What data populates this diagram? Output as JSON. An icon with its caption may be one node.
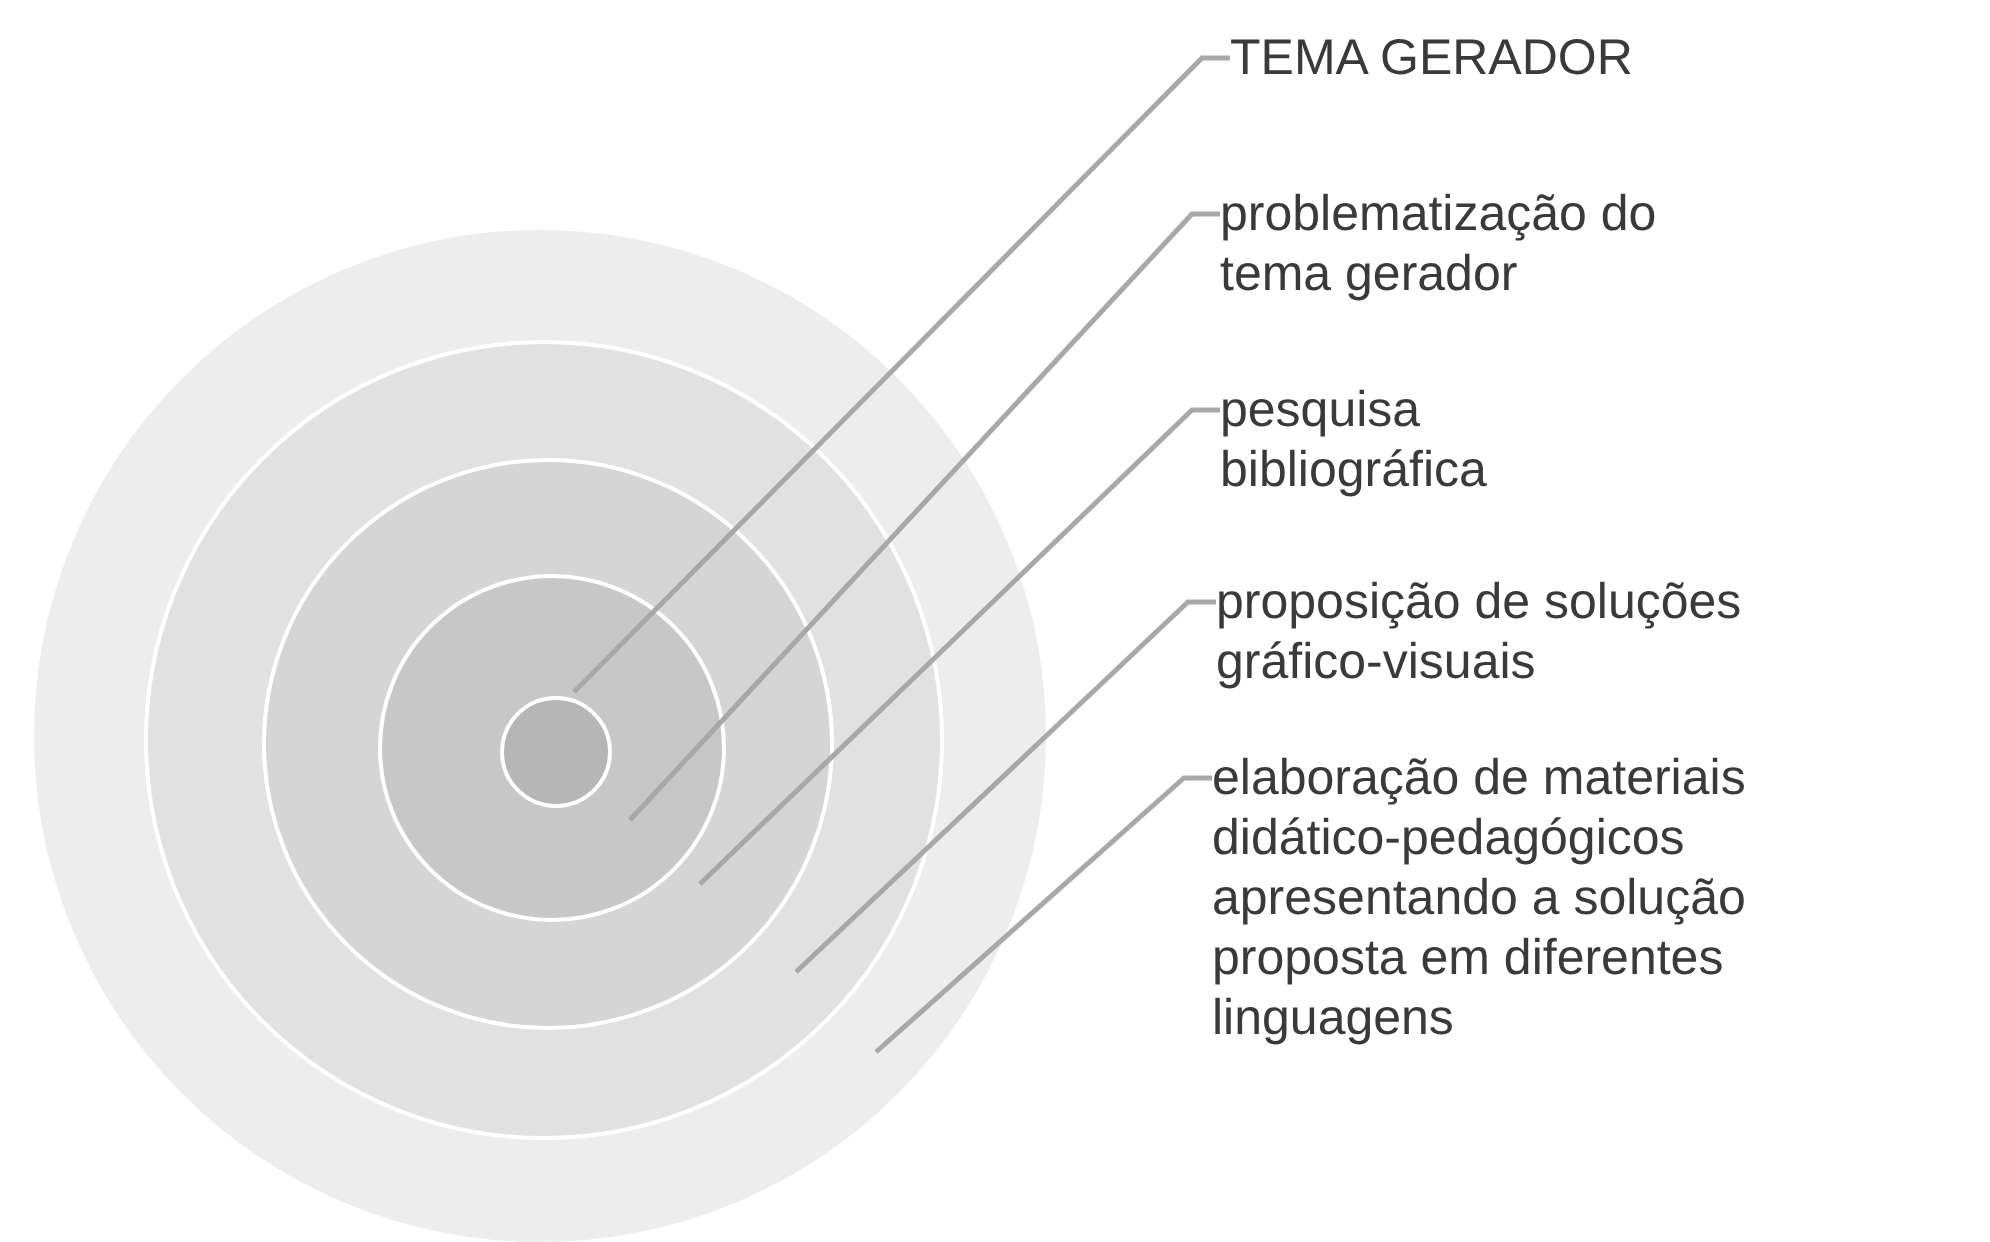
{
  "diagram": {
    "nodes": [
      {
        "text": [
          "TEMA GERADOR"
        ]
      },
      {
        "text": [
          "problematização do tema gerador"
        ]
      },
      {
        "text": [
          "pesquisa bibliográfica"
        ]
      },
      {
        "text": [
          "proposição de soluções gráfico-visuais"
        ]
      },
      {
        "text": [
          "elaboração de materiais didático-pedagógicos apresentando a solução proposta em diferentes linguagens"
        ]
      },
      {
        "text": [],
        "shape": "circle"
      },
      {
        "text": [],
        "shape": "circle",
        "in": 5
      },
      {
        "text": [],
        "shape": "circle",
        "in": 6
      },
      {
        "text": [],
        "shape": "circle",
        "in": 7
      },
      {
        "text": [],
        "shape": "circle",
        "in": 8
      }
    ],
    "edges": [
      {
        "from": 0,
        "to": 9,
        "arrow": "none"
      },
      {
        "from": 1,
        "to": 8,
        "arrow": "none"
      },
      {
        "from": 2,
        "to": 7,
        "arrow": "none"
      },
      {
        "from": 3,
        "to": 6,
        "arrow": "none"
      },
      {
        "from": 4,
        "to": 5,
        "arrow": "none"
      }
    ]
  }
}
